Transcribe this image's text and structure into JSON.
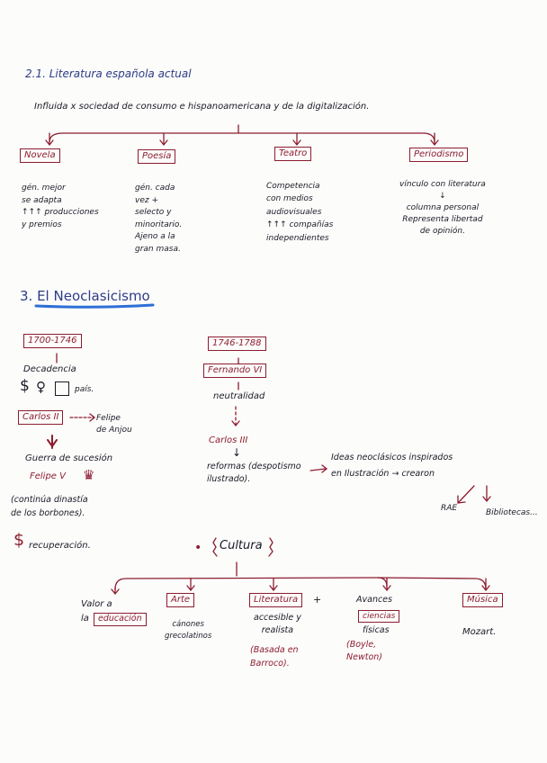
{
  "section21": {
    "title": "2.1. Literatura española actual",
    "intro": "Influida x sociedad de consumo e hispanoamericana y de la digitalización.",
    "branches": [
      {
        "label": "Novela",
        "text": "gén. mejor\nse adapta\n↑↑↑ producciones\ny premios"
      },
      {
        "label": "Poesía",
        "text": "gén. cada\nvez +\nselecto y\nminoritario.\nAjeno a la\ngran masa."
      },
      {
        "label": "Teatro",
        "text": "Competencia\ncon medios\naudiovisuales\n↑↑↑ compañías\nindependientes"
      },
      {
        "label": "Periodismo",
        "text": "vínculo con literatura\n↓\ncolumna personal\nRepresenta libertad\nde opinión."
      }
    ]
  },
  "section3": {
    "title": "3. El Neoclasicismo",
    "left": {
      "period": "1700-1746",
      "decadencia": "Decadencia",
      "pais": "país.",
      "carlos2": "Carlos II",
      "felipe_anjou": "Felipe\nde Anjou",
      "guerra": "Guerra de sucesión",
      "felipe5": "Felipe V",
      "continua": "(continúa dinastía\nde los borbones).",
      "recuperacion": "recuperación."
    },
    "right": {
      "period": "1746-1788",
      "fernando": "Fernando VI",
      "neutralidad": "neutralidad",
      "carlos3": "Carlos III",
      "reformas": "reformas (despotismo\nilustrado).",
      "ideas": "Ideas neoclásicos inspirados\nen Ilustración → crearon",
      "rae": "RAE",
      "biblioteca": "Bibliotecas..."
    },
    "cultura": {
      "label": "Cultura",
      "educacion_pre": "Valor a\nla",
      "educacion": "educación",
      "arte": "Arte",
      "arte_text": "cánones\ngrecolatinos",
      "literatura": "Literatura",
      "literatura_text": "accesible y\nrealista",
      "literatura_note": "(Basada en\nBarroco).",
      "avances": "Avances",
      "ciencias": "ciencias",
      "fisicas": "físicas",
      "fisicas_note": "(Boyle,\nNewton)",
      "musica": "Música",
      "mozart": "Mozart."
    }
  },
  "icons": {
    "dollar": "$",
    "female": "♀",
    "crown": "♛",
    "down_arrow": "↓"
  },
  "colors": {
    "ink": "#1a1a26",
    "blue": "#2e3c86",
    "red": "#8d1d2f",
    "highlight": "#2e6fd6"
  }
}
